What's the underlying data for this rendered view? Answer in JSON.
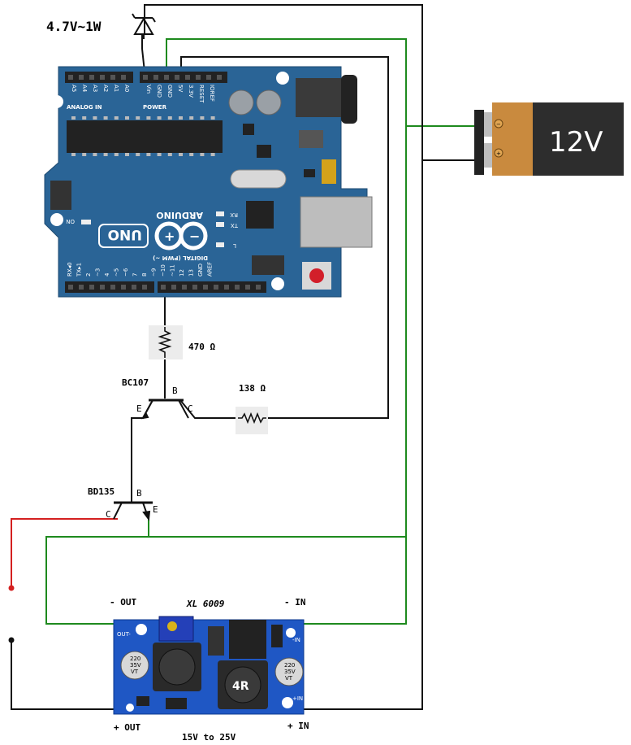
{
  "zener": {
    "label": "4.7V~1W"
  },
  "battery": {
    "label": "12V",
    "neg_sign": "−",
    "pos_sign": "+"
  },
  "arduino": {
    "brand": "ARDUINO",
    "model": "UNO",
    "section_analog": "ANALOG IN",
    "section_power": "POWER",
    "section_digital": "DIGITAL (PWM ~)",
    "analog_pins": [
      "A5",
      "A4",
      "A3",
      "A2",
      "A1",
      "A0"
    ],
    "power_pins": [
      "Vin",
      "GND",
      "GND",
      "5V",
      "3.3V",
      "RESET",
      "IOREF"
    ],
    "digital_pins": [
      "RX◂0",
      "TX▸1",
      "2",
      "~3",
      "4",
      "~5",
      "~6",
      "7",
      "8",
      "~9",
      "~10",
      "~11",
      "12",
      "13",
      "GND",
      "AREF"
    ],
    "led_rx": "RX",
    "led_tx": "TX",
    "led_l": "L",
    "led_on": "ON"
  },
  "resistor_base": {
    "label": "470 Ω"
  },
  "resistor_collector": {
    "label": "138 Ω"
  },
  "transistor_small": {
    "name": "BC107",
    "b": "B",
    "e": "E",
    "c": "C"
  },
  "transistor_power": {
    "name": "BD135",
    "b": "B",
    "c": "C",
    "e": "E"
  },
  "converter": {
    "chip": "XL 6009",
    "minus_out": "- OUT",
    "minus_in": "- IN",
    "plus_out": "+ OUT",
    "plus_in": "+ IN",
    "range": "15V to 25V",
    "board_out_minus": "OUT-",
    "board_in_minus": "-IN",
    "board_in_plus": "+IN",
    "cap_text": [
      "220",
      "35V",
      "VT"
    ],
    "inductor_text": "4R"
  },
  "colors": {
    "wire_black": "#111111",
    "wire_green": "#1e8a1e",
    "wire_red": "#d42020",
    "arduino_blue": "#2a6496",
    "converter_blue": "#1f57c4",
    "battery_body": "#c98a3e"
  }
}
